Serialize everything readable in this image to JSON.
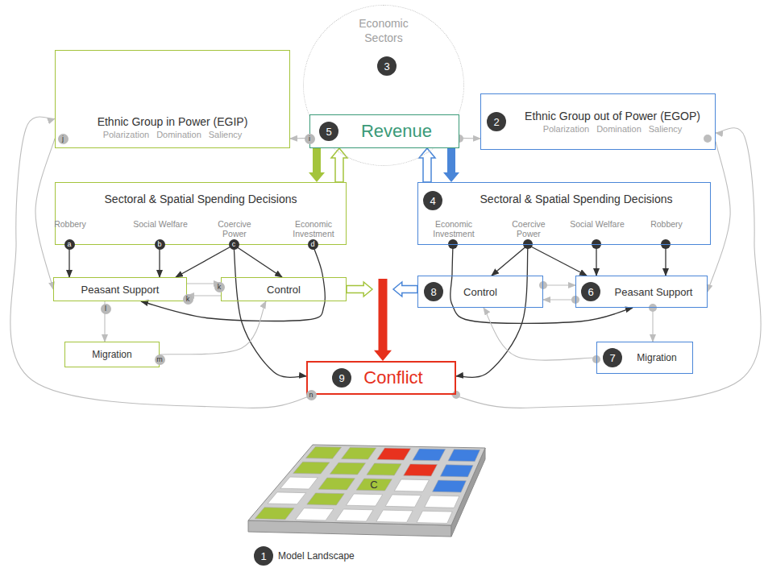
{
  "diagram": {
    "nodes": [
      {
        "text": [
          "Ethnic Group in Power (EGIP)",
          "Polarization",
          "Domination",
          "Saliency"
        ]
      },
      {
        "text": [
          "Economic Sectors"
        ]
      },
      {
        "text": [
          "Revenue"
        ]
      },
      {
        "text": [
          "Ethnic Group out of Power (EGOP)",
          "Polarization",
          "Domination",
          "Saliency"
        ]
      },
      {
        "text": [
          "Sectoral & Spatial Spending Decisions",
          "Robbery",
          "Social Welfare",
          "Coercive Power",
          "Economic Investment"
        ]
      },
      {
        "text": [
          "Sectoral & Spatial Spending Decisions",
          "Economic Investment",
          "Coercive Power",
          "Social Welfare",
          "Robbery"
        ]
      },
      {
        "text": [
          "Peasant Support"
        ]
      },
      {
        "text": [
          "Control"
        ]
      },
      {
        "text": [
          "Control"
        ]
      },
      {
        "text": [
          "Peasant Support"
        ]
      },
      {
        "text": [
          "Migration"
        ]
      },
      {
        "text": [
          "Migration"
        ]
      },
      {
        "text": [
          "Conflict"
        ]
      }
    ],
    "edges": [
      {
        "from": 2,
        "to": 0,
        "arrow": "to"
      },
      {
        "from": 2,
        "to": 3,
        "arrow": "to"
      },
      {
        "from": 2,
        "to": 4,
        "arrow": "to"
      },
      {
        "from": 4,
        "to": 2,
        "arrow": "to"
      },
      {
        "from": 5,
        "to": 2,
        "arrow": "to"
      },
      {
        "from": 2,
        "to": 5,
        "arrow": "to"
      },
      {
        "from": 4,
        "to": 6,
        "arrow": "to"
      },
      {
        "from": 4,
        "to": 6,
        "arrow": "to"
      },
      {
        "from": 4,
        "to": 6,
        "arrow": "to"
      },
      {
        "from": 4,
        "to": 7,
        "arrow": "to"
      },
      {
        "from": 4,
        "to": 12,
        "arrow": "to"
      },
      {
        "from": 4,
        "to": 6,
        "arrow": "to"
      },
      {
        "from": 6,
        "to": 7,
        "arrow": "to"
      },
      {
        "from": 7,
        "to": 6,
        "arrow": "to"
      },
      {
        "from": 6,
        "to": 10,
        "arrow": "to"
      },
      {
        "from": 10,
        "to": 7,
        "arrow": "to"
      },
      {
        "from": 7,
        "to": 12,
        "arrow": "to"
      },
      {
        "from": 8,
        "to": 12,
        "arrow": "to"
      },
      {
        "from": 5,
        "to": 8,
        "arrow": "to"
      },
      {
        "from": 5,
        "to": 9,
        "arrow": "to"
      },
      {
        "from": 5,
        "to": 9,
        "arrow": "to"
      },
      {
        "from": 5,
        "to": 9,
        "arrow": "to"
      },
      {
        "from": 5,
        "to": 12,
        "arrow": "to"
      },
      {
        "from": 5,
        "to": 9,
        "arrow": "to"
      },
      {
        "from": 8,
        "to": 9,
        "arrow": "to"
      },
      {
        "from": 9,
        "to": 8,
        "arrow": "to"
      },
      {
        "from": 9,
        "to": 11,
        "arrow": "to"
      },
      {
        "from": 11,
        "to": 8,
        "arrow": "to"
      },
      {
        "from": 12,
        "to": 0,
        "arrow": "to"
      },
      {
        "from": 12,
        "to": 3,
        "arrow": "to"
      },
      {
        "from": 0,
        "to": 6,
        "arrow": "to"
      },
      {
        "from": 3,
        "to": 9,
        "arrow": "to"
      }
    ],
    "labels": [
      "3",
      "5",
      "2",
      "4",
      "8",
      "6",
      "7",
      "9",
      "1",
      "j",
      "i",
      "a",
      "b",
      "c",
      "d",
      "k",
      "k",
      "l",
      "m",
      "n",
      "C",
      "Model Landscape"
    ]
  }
}
